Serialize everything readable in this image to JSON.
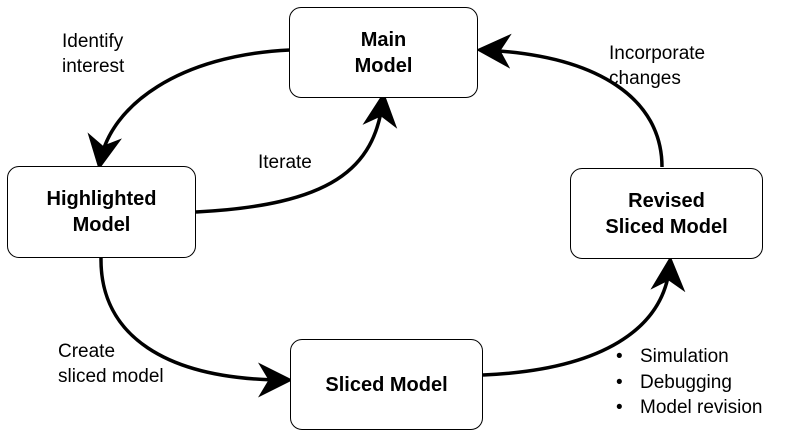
{
  "nodes": {
    "main": "Main\nModel",
    "highlighted": "Highlighted\nModel",
    "sliced": "Sliced Model",
    "revised": "Revised\nSliced Model"
  },
  "edges": {
    "identify": "Identify\ninterest",
    "iterate": "Iterate",
    "create": "Create\nsliced model",
    "incorporate": "Incorporate\nchanges"
  },
  "sliced_tasks": [
    "Simulation",
    "Debugging",
    "Model revision"
  ]
}
